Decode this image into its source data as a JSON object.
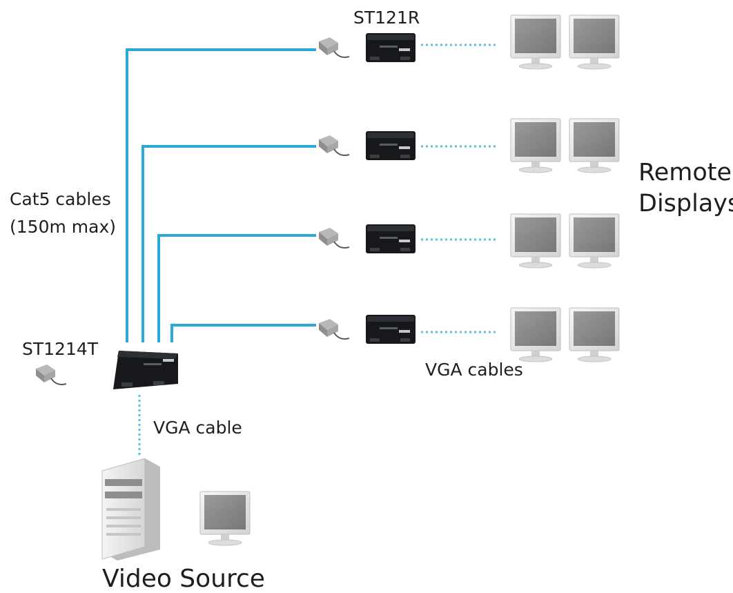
{
  "labels": {
    "receiver_model": "ST121R",
    "transmitter_model": "ST1214T",
    "cat5_line1": "Cat5 cables",
    "cat5_line2": "(150m max)",
    "remote_line1": "Remote",
    "remote_line2": "Displays",
    "vga_cables": "VGA cables",
    "vga_cable": "VGA cable",
    "video_source": "Video Source"
  },
  "colors": {
    "cat5_cable": "#2aa9d8",
    "vga_cable": "#5cc0e6",
    "device_body": "#16181b",
    "monitor_screen": "#8a8a8a",
    "monitor_bezel": "#e6e6e6",
    "text": "#1e1e1e"
  },
  "icons": {
    "receiver": "vga-receiver-unit-icon",
    "transmitter": "vga-transmitter-unit-icon",
    "power_adapter": "power-adapter-icon",
    "monitor": "monitor-icon",
    "computer": "desktop-tower-icon"
  }
}
